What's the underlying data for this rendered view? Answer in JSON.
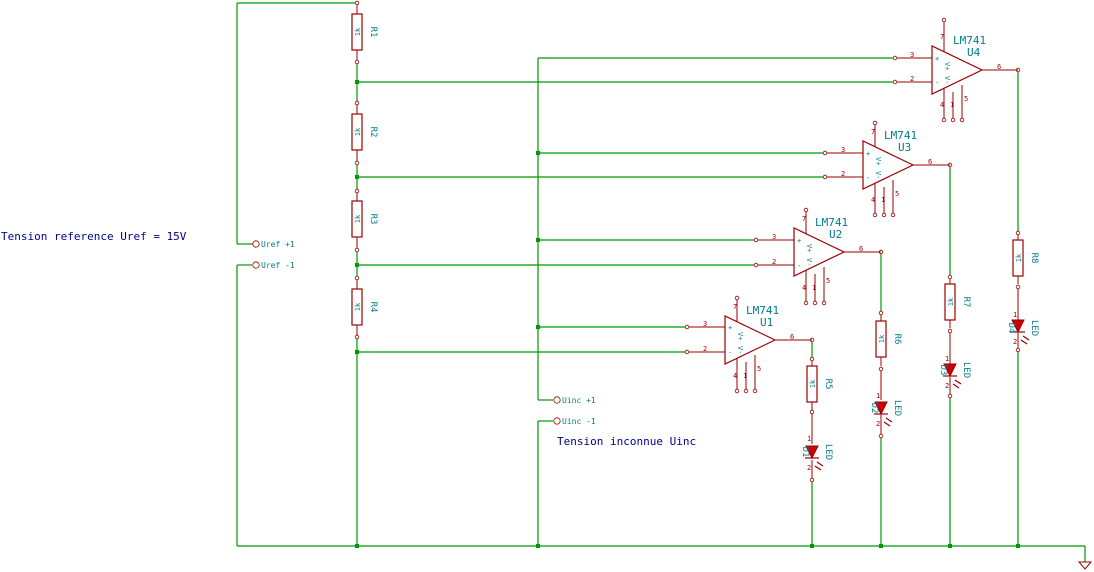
{
  "labels": {
    "uref_title": "Tension reference Uref = 15V",
    "uinc_title": "Tension inconnue Uinc",
    "uref_plus": "Uref +1",
    "uref_minus": "Uref -1",
    "uinc_plus": "Uinc +1",
    "uinc_minus": "Uinc -1"
  },
  "resistors": [
    {
      "ref": "R1",
      "value": "1k"
    },
    {
      "ref": "R2",
      "value": "1k"
    },
    {
      "ref": "R3",
      "value": "1k"
    },
    {
      "ref": "R4",
      "value": "1k"
    },
    {
      "ref": "R5",
      "value": "1k"
    },
    {
      "ref": "R6",
      "value": "1k"
    },
    {
      "ref": "R7",
      "value": "1k"
    },
    {
      "ref": "R8",
      "value": "1k"
    }
  ],
  "opamps": [
    {
      "ref": "U1",
      "value": "LM741"
    },
    {
      "ref": "U2",
      "value": "LM741"
    },
    {
      "ref": "U3",
      "value": "LM741"
    },
    {
      "ref": "U4",
      "value": "LM741"
    }
  ],
  "leds": [
    {
      "ref": "D1",
      "value": "LED"
    },
    {
      "ref": "D2",
      "value": "LED"
    },
    {
      "ref": "D3",
      "value": "LED"
    },
    {
      "ref": "D4",
      "value": "LED"
    }
  ],
  "opamp_pins": {
    "noninv": "3",
    "inv": "2",
    "out": "6",
    "vplus": "7",
    "vminus": "4",
    "n1": "1",
    "n5": "5",
    "noninv_name": "+",
    "inv_name": "-",
    "vplus_name": "V+",
    "vminus_name": "V-"
  },
  "led_pins": {
    "anode": "1",
    "cathode": "2"
  },
  "colors": {
    "wire": "#009900",
    "component": "#9a0000",
    "reference": "#007c8a",
    "label": "#00008b",
    "led_fill": "#cc0000"
  }
}
